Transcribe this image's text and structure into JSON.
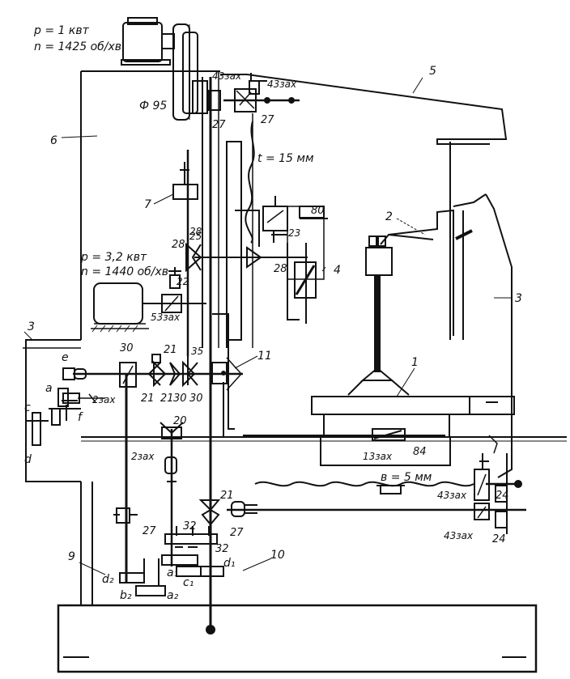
{
  "motor_top": {
    "power": "p = 1 квт",
    "speed": "n = 1425 об/хв"
  },
  "motor_mid": {
    "power": "p = 3,2 квт",
    "speed": "n = 1440 об/хв"
  },
  "pulley_diameter": "Ф 95",
  "pitch_top": "t = 15 мм",
  "pitch_bottom": "в = 5 мм",
  "callouts": [
    "1",
    "2",
    "3",
    "3",
    "4",
    "5",
    "6",
    "7",
    "9",
    "10",
    "11"
  ],
  "gear_labels": {
    "top_43a": "43зах",
    "top_43b": "43зах",
    "top_27a": "27",
    "top_27b": "27",
    "m80": "80",
    "m23": "23",
    "m28a": "28",
    "m28b": "28",
    "m28c": "28",
    "m22": "22",
    "m53": "53зах",
    "m35": "35",
    "m21a": "21",
    "m30a": "30",
    "m21b": "21",
    "m21c": "21",
    "m30b": "30",
    "m30c": "30",
    "m25": "25",
    "m2zax": "2зах",
    "m20": "20",
    "m2zax_b": "2зах",
    "t13": "13зах",
    "t84": "84",
    "r43a": "43зах",
    "r24a": "24",
    "r43b": "43зах",
    "r24b": "24",
    "b21": "21",
    "b27a": "27",
    "b32a": "32",
    "b27b": "27",
    "b32b": "32"
  },
  "letters": {
    "e": "e",
    "a": "a",
    "f": "f",
    "c": "c",
    "d": "d",
    "d2": "d₂",
    "b2": "b₂",
    "a2": "a₂",
    "a1": "a₁",
    "c1": "c₁",
    "d1": "d₁"
  }
}
